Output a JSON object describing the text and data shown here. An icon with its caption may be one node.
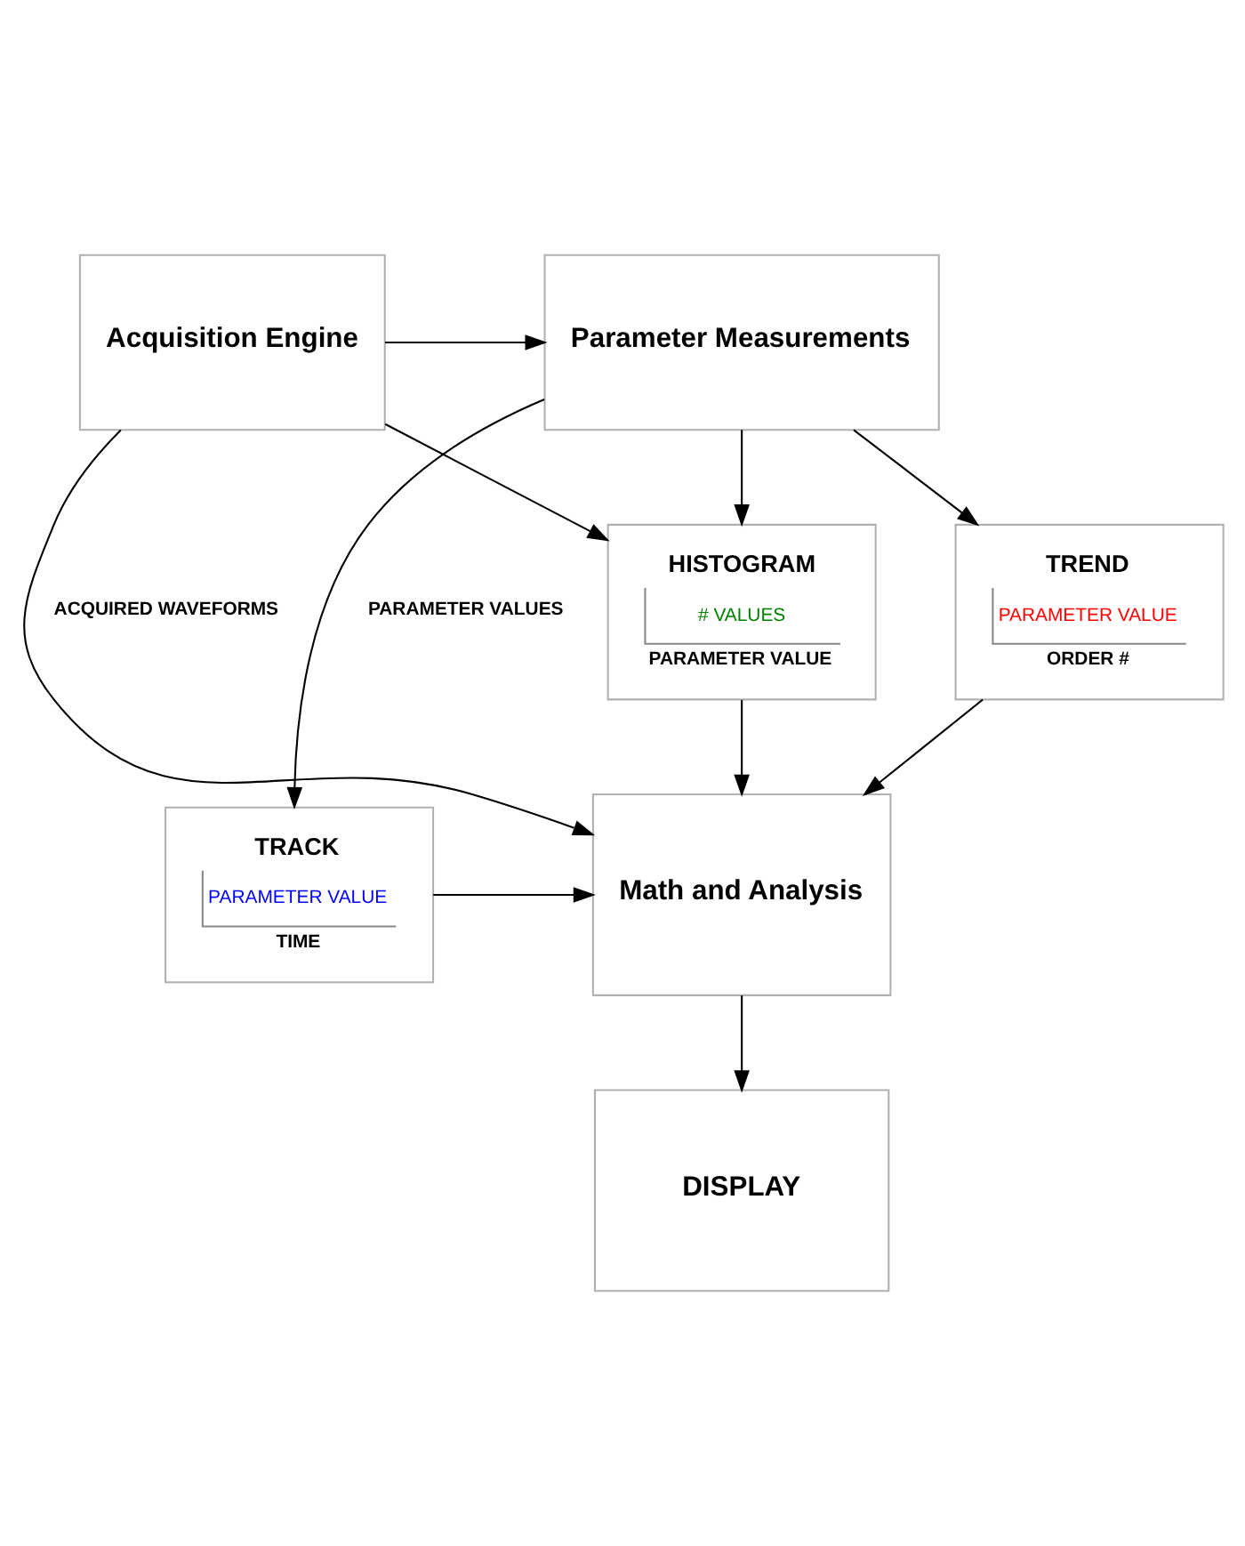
{
  "diagram": {
    "nodes": [
      {
        "text": [
          "Acquisition Engine"
        ]
      },
      {
        "text": [
          "Parameter Measurements"
        ]
      },
      {
        "text": [
          "Math and Analysis"
        ]
      },
      {
        "text": [
          "DISPLAY"
        ]
      },
      {
        "text": [
          "HISTOGRAM",
          "# VALUES",
          "PARAMETER VALUE"
        ]
      },
      {
        "text": [
          "TRACK",
          "PARAMETER VALUE",
          "TIME"
        ]
      },
      {
        "text": [
          "TREND",
          "PARAMETER VALUE",
          "ORDER #"
        ]
      }
    ],
    "edges": [
      {
        "from": 0,
        "to": 1,
        "arrow": "to"
      },
      {
        "from": 0,
        "to": 2,
        "arrow": "to",
        "label": "ACQUIRED WAVEFORMS"
      },
      {
        "from": 0,
        "to": 4,
        "arrow": "to"
      },
      {
        "from": 1,
        "to": 4,
        "arrow": "to"
      },
      {
        "from": 1,
        "to": 5,
        "arrow": "to",
        "label": "PARAMETER VALUES"
      },
      {
        "from": 1,
        "to": 6,
        "arrow": "to"
      },
      {
        "from": 4,
        "to": 2,
        "arrow": "to"
      },
      {
        "from": 5,
        "to": 2,
        "arrow": "to"
      },
      {
        "from": 6,
        "to": 2,
        "arrow": "to"
      },
      {
        "from": 2,
        "to": 3,
        "arrow": "to"
      }
    ]
  }
}
